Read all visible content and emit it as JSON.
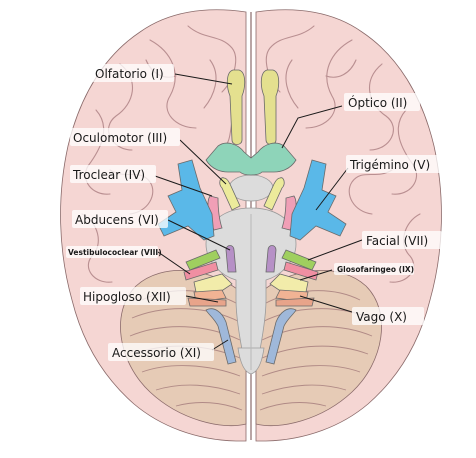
{
  "diagram": {
    "colors": {
      "brain": "#f5d6d3",
      "brain_outline": "#8a6a6a",
      "cerebellum": "#e6cbb6",
      "brainstem": "#dcdcdc",
      "olfactory": "#e4e08f",
      "optic": "#8ed4b9",
      "oculomotor": "#ecea9b",
      "trochlear": "#f09fb6",
      "trigeminal": "#5ab8e8",
      "abducens": "#b690c6",
      "facial": "#9fcf5f",
      "vestibulocochlear": "#f08fa2",
      "glossopharyngeal": "#f2ecaa",
      "vagus": "#f1b394",
      "accessory": "#9fb8da",
      "hypoglossal": "#e8a48a"
    },
    "labels": {
      "olfactory": "Olfatorio (I)",
      "optic": "Óptico (II)",
      "oculomotor": "Oculomotor (III)",
      "trochlear": "Troclear (IV)",
      "trigeminal": "Trigémino (V)",
      "abducens": "Abducens (VI)",
      "facial": "Facial (VII)",
      "vestibulocochlear": "Vestibulococlear (VIII)",
      "glossopharyngeal": "Glosofaringeo (IX)",
      "hypoglossal": "Hipogloso (XII)",
      "vagus": "Vago (X)",
      "accessory": "Accessorio (XI)"
    }
  }
}
